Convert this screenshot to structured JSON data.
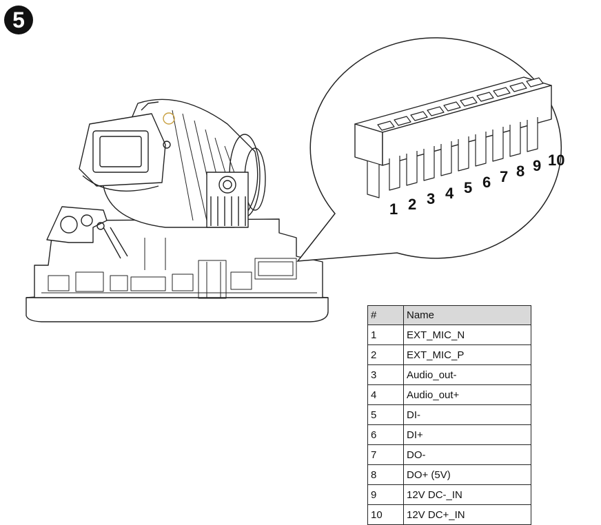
{
  "step": {
    "number": "5"
  },
  "pin_labels": [
    "1",
    "2",
    "3",
    "4",
    "5",
    "6",
    "7",
    "8",
    "9",
    "10"
  ],
  "table": {
    "headers": [
      "#",
      "Name"
    ],
    "rows": [
      [
        "1",
        "EXT_MIC_N"
      ],
      [
        "2",
        "EXT_MIC_P"
      ],
      [
        "3",
        "Audio_out-"
      ],
      [
        "4",
        "Audio_out+"
      ],
      [
        "5",
        "DI-"
      ],
      [
        "6",
        "DI+"
      ],
      [
        "7",
        "DO-"
      ],
      [
        "8",
        "DO+ (5V)"
      ],
      [
        "9",
        "12V DC-_IN"
      ],
      [
        "10",
        "12V DC+_IN"
      ]
    ]
  },
  "colors": {
    "line": "#222222",
    "header_fill": "#d9d9d9",
    "badge": "#111111"
  }
}
